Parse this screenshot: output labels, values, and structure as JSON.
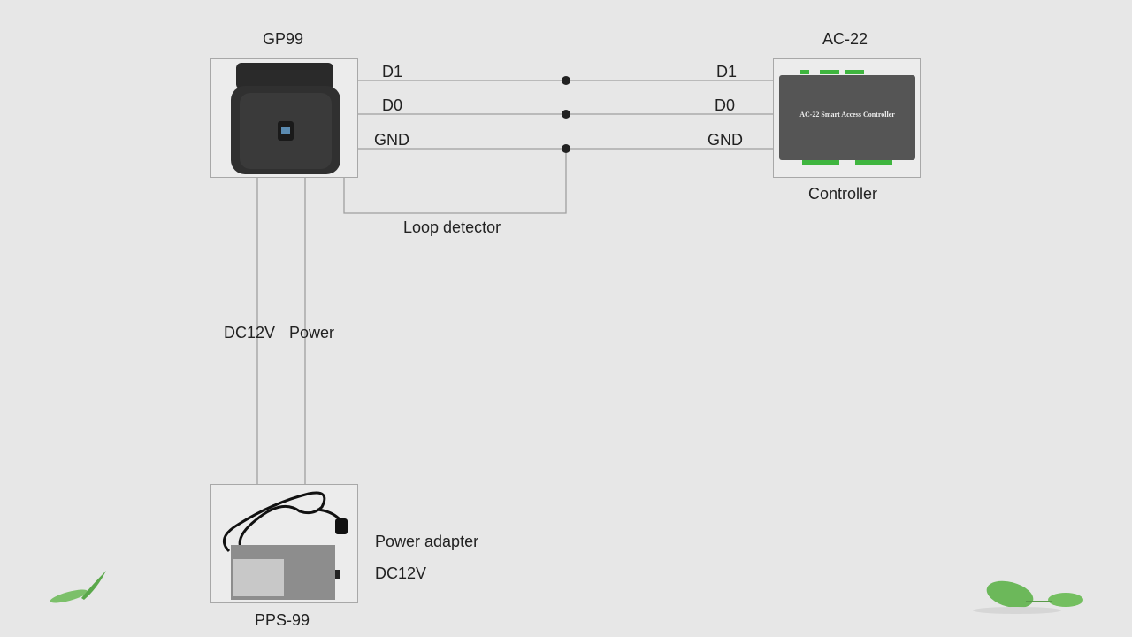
{
  "devices": {
    "reader": {
      "title": "GP99"
    },
    "controller": {
      "title": "AC-22",
      "caption": "Controller",
      "panel_text": "AC-22 Smart Access Controller"
    },
    "power": {
      "title": "PPS-99",
      "caption_line1": "Power adapter",
      "caption_line2": "DC12V"
    }
  },
  "wires": {
    "left": [
      "D1",
      "D0",
      "GND"
    ],
    "right": [
      "D1",
      "D0",
      "GND"
    ],
    "loop": "Loop detector",
    "power_left": "DC12V",
    "power_right": "Power"
  },
  "colors": {
    "background": "#e7e7e7",
    "wire": "#a0a0a0",
    "accent_green": "#3fb53f"
  }
}
